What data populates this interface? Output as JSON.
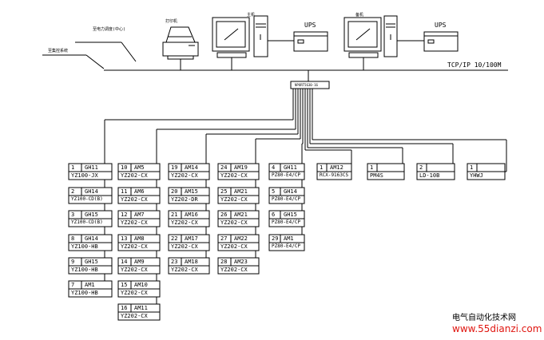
{
  "top": {
    "printer_label": "打印机",
    "pc1_label": "主机",
    "pc2_label": "备机",
    "ups1": "UPS",
    "ups2": "UPS",
    "upper_link_label": "至电力调度(中心)",
    "lower_link_label": "至集控系统",
    "network_label": "TCP/IP 10/100M",
    "switch_label": "NPORT5630-16"
  },
  "devices": [
    {
      "num": "1",
      "name": "GH11",
      "model": "YZ100-JX"
    },
    {
      "num": "2",
      "name": "GH14",
      "model": "YZ100-CD(B)"
    },
    {
      "num": "3",
      "name": "GH15",
      "model": "YZ100-CD(B)"
    },
    {
      "num": "8",
      "name": "GH14",
      "model": "YZ100-HB"
    },
    {
      "num": "9",
      "name": "GH15",
      "model": "YZ100-HB"
    },
    {
      "num": "7",
      "name": "AM1",
      "model": "YZ100-HB"
    },
    {
      "num": "10",
      "name": "AM5",
      "model": "YZ202-CX"
    },
    {
      "num": "11",
      "name": "AM6",
      "model": "YZ202-CX"
    },
    {
      "num": "12",
      "name": "AM7",
      "model": "YZ202-CX"
    },
    {
      "num": "13",
      "name": "AM8",
      "model": "YZ202-CX"
    },
    {
      "num": "14",
      "name": "AM9",
      "model": "YZ202-CX"
    },
    {
      "num": "15",
      "name": "AM10",
      "model": "YZ202-CX"
    },
    {
      "num": "16",
      "name": "AM11",
      "model": "YZ202-CX"
    },
    {
      "num": "19",
      "name": "AM14",
      "model": "YZ202-CX"
    },
    {
      "num": "20",
      "name": "AM15",
      "model": "YZ202-DR"
    },
    {
      "num": "21",
      "name": "AM16",
      "model": "YZ202-CX"
    },
    {
      "num": "22",
      "name": "AM17",
      "model": "YZ202-CX"
    },
    {
      "num": "23",
      "name": "AM18",
      "model": "YZ202-CX"
    },
    {
      "num": "24",
      "name": "AM19",
      "model": "YZ202-CX"
    },
    {
      "num": "25",
      "name": "AM21",
      "model": "YZ202-CX"
    },
    {
      "num": "26",
      "name": "AM21",
      "model": "YZ202-CX"
    },
    {
      "num": "27",
      "name": "AM22",
      "model": "YZ202-CX"
    },
    {
      "num": "28",
      "name": "AM23",
      "model": "YZ202-CX"
    },
    {
      "num": "4",
      "name": "GH11",
      "model": "PZ80-E4/CP"
    },
    {
      "num": "5",
      "name": "GH14",
      "model": "PZ80-E4/CP"
    },
    {
      "num": "6",
      "name": "GH15",
      "model": "PZ80-E4/CP"
    },
    {
      "num": "29",
      "name": "AM1",
      "model": "PZ80-E4/CP"
    },
    {
      "num": "1",
      "name": "AM12",
      "model": "RCX-9163CS"
    },
    {
      "num": "1",
      "name": "",
      "model": "PM4S"
    },
    {
      "num": "2",
      "name": "",
      "model": "LD-10B"
    },
    {
      "num": "1",
      "name": "",
      "model": "YHWJ"
    }
  ],
  "watermark": {
    "line1": "电气自动化技术网",
    "line2": "www.55dianzi.com",
    "line2_color": "#e0150f"
  }
}
